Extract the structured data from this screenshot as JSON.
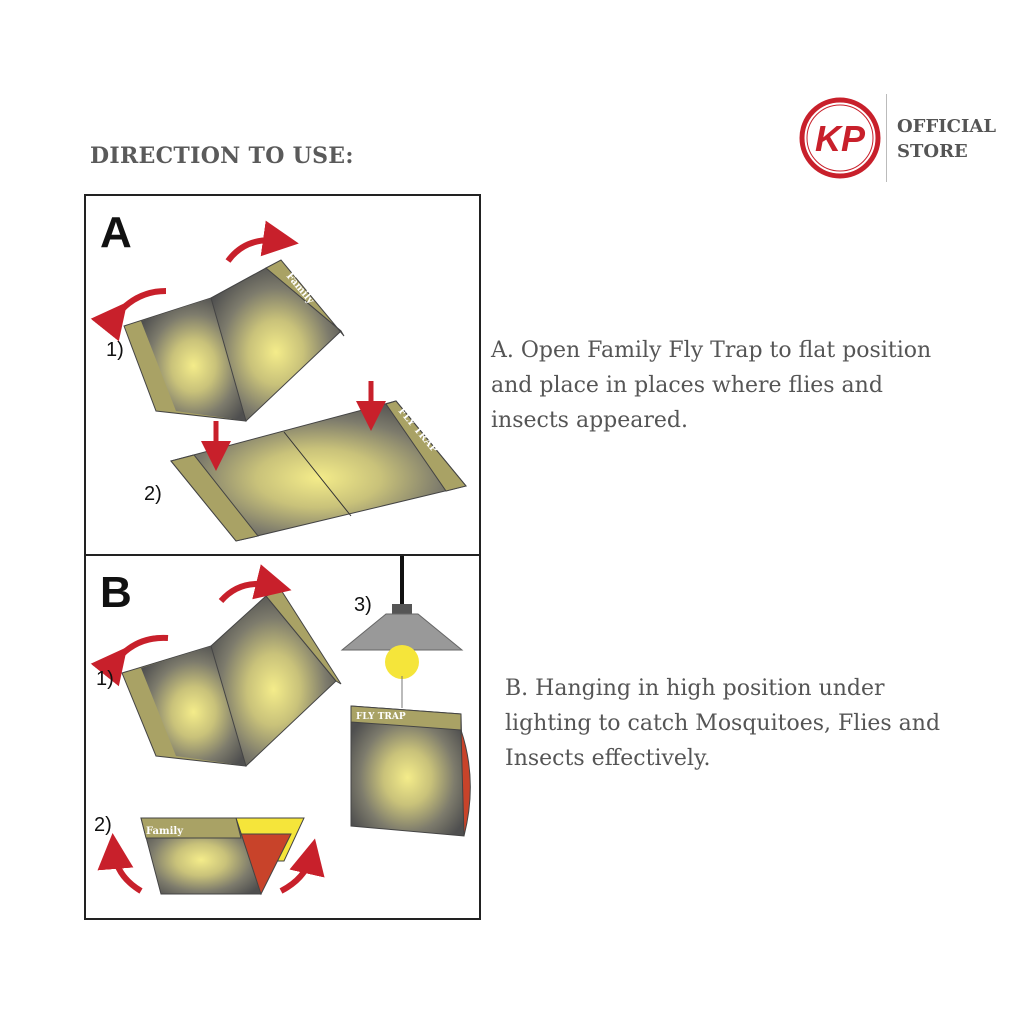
{
  "header": {
    "title": "DIRECTION TO USE:"
  },
  "logo": {
    "mark": "KP",
    "line1": "OFFICIAL",
    "line2": "STORE"
  },
  "panels": {
    "a": {
      "letter": "A",
      "step1": "1)",
      "step2": "2)"
    },
    "b": {
      "letter": "B",
      "step1": "1)",
      "step2": "2)",
      "step3": "3)"
    }
  },
  "product": {
    "brand": "Family",
    "name": "FLY TRAP"
  },
  "instructions": {
    "a": [
      "A. Open Family Fly Trap to flat position",
      "and place in places where flies and",
      "insects appeared."
    ],
    "b": [
      "B. Hanging in high position under",
      "lighting to catch Mosquitoes, Flies and",
      "Insects effectively."
    ]
  },
  "colors": {
    "accent": "#c8202b",
    "text": "#555555",
    "strip": "#a9a265",
    "yellow": "#f5e53a",
    "orange": "#c8432a"
  }
}
